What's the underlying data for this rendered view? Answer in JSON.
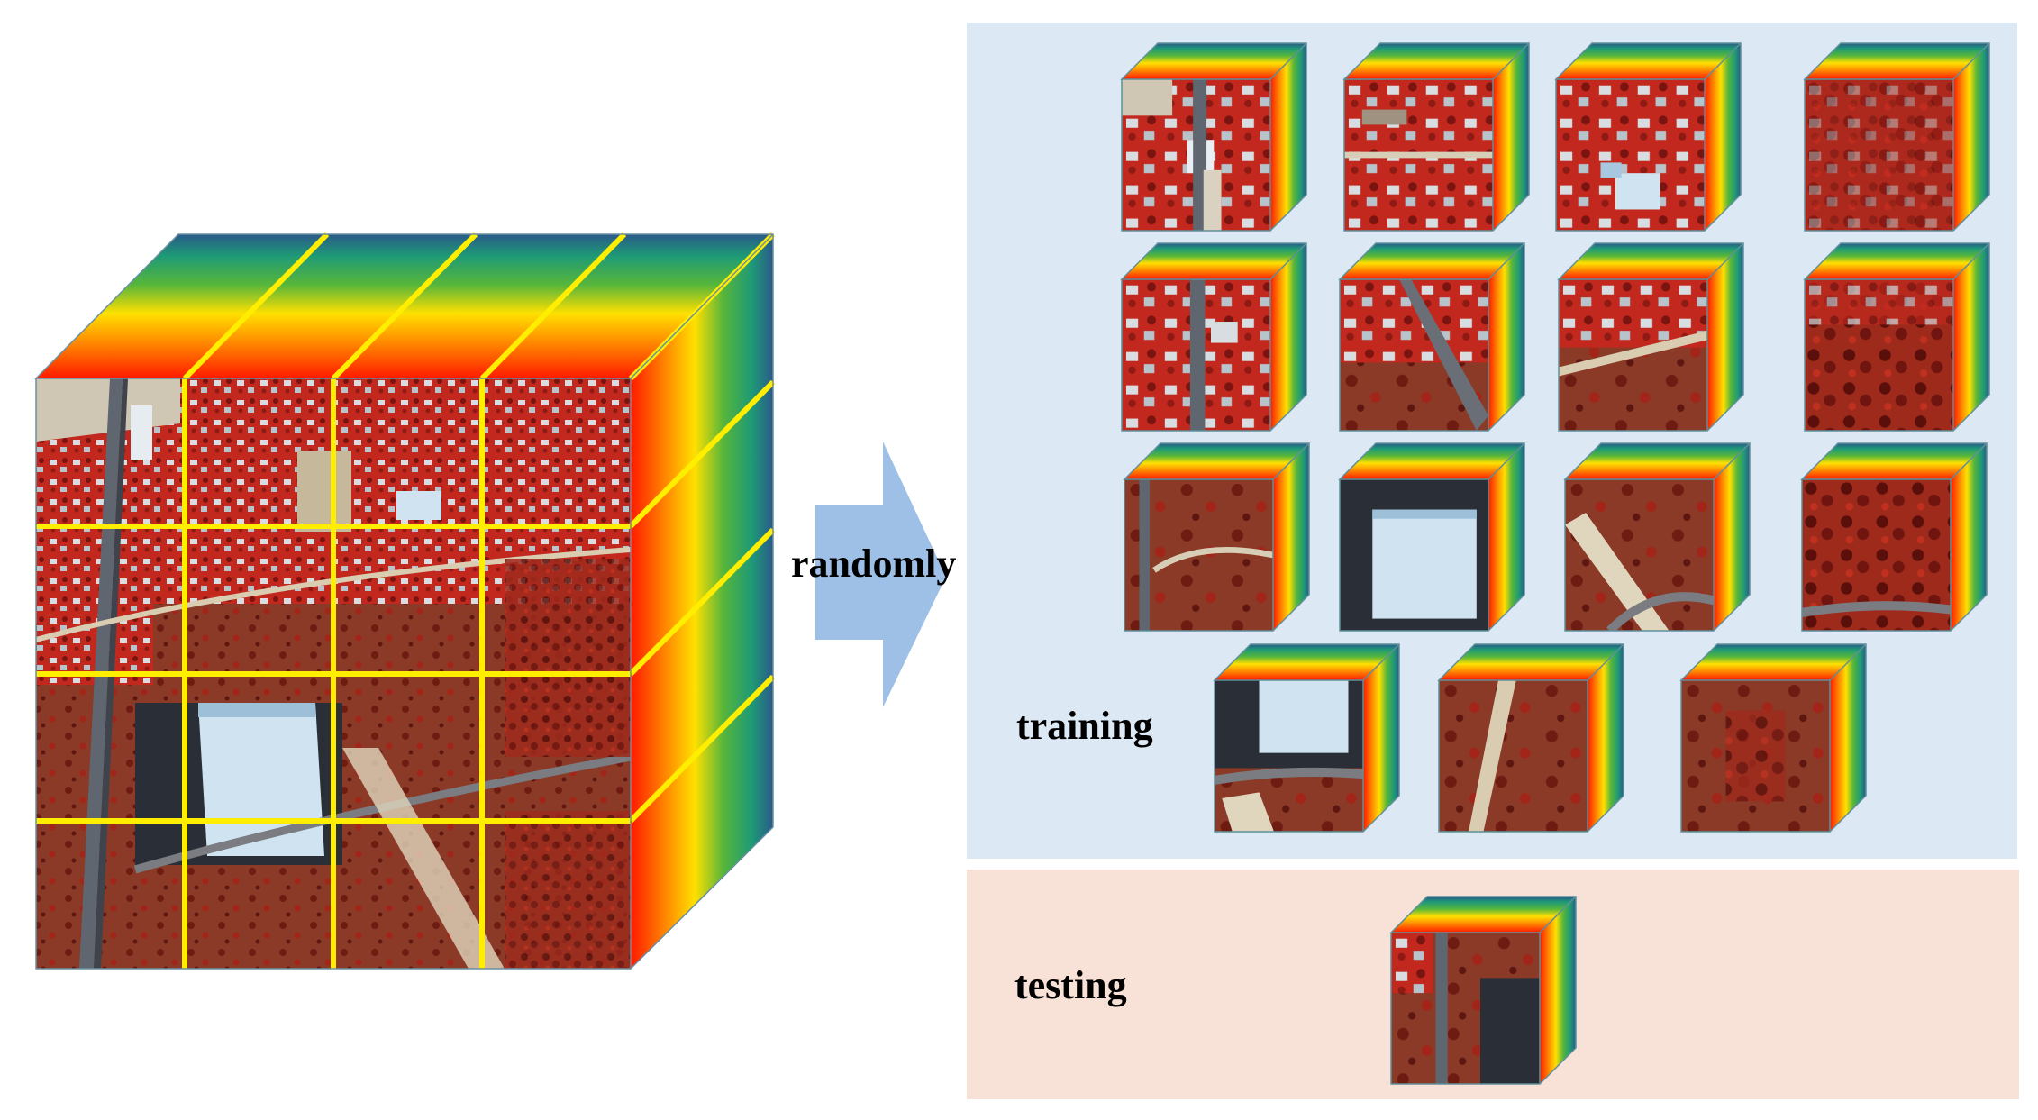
{
  "labels": {
    "randomly": "randomly",
    "training": "training",
    "testing": "testing"
  },
  "colors": {
    "training_panel": "#dde8f5",
    "testing_panel": "#f8e2d7",
    "grid_lines": "#ffee00",
    "arrow": "#9ec0e6",
    "spectral_gradient": [
      "#ff1a00",
      "#ff8a00",
      "#ffe000",
      "#57b63a",
      "#1e9a76",
      "#2a5a8a"
    ],
    "image_vegetation": "#c2281e",
    "image_soil": "#8a3a26",
    "image_roof": "#cfe4f0",
    "image_road": "#5f6670"
  },
  "icons": {
    "source_cube": "hyperspectral-data-cube",
    "patch": "hyperspectral-patch-cube",
    "arrow": "right-arrow"
  },
  "source_cube": {
    "grid_rows": 4,
    "grid_cols": 4
  },
  "patches": {
    "training_rows": [
      4,
      4,
      4,
      3
    ],
    "testing_count": 1
  }
}
